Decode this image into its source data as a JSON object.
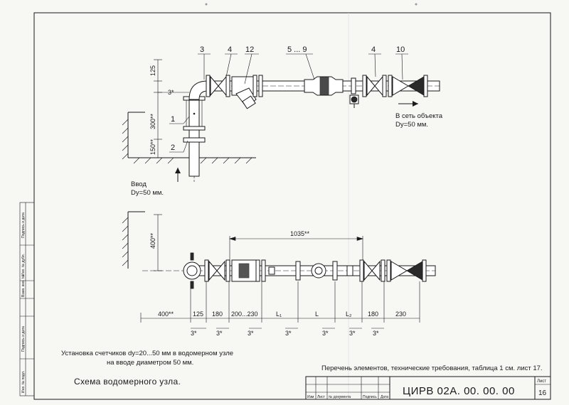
{
  "callouts_top": {
    "c3": "3",
    "c4a": "4",
    "c12": "12",
    "c5_9": "5 ... 9",
    "c4b": "4",
    "c10": "10",
    "c1": "1",
    "c2": "2"
  },
  "dims_top": {
    "d125": "125",
    "d3": "3*",
    "d300": "300**",
    "d150": "150**"
  },
  "inlet": {
    "line1": "Ввод",
    "line2": "Dy=50 мм."
  },
  "outlet": {
    "line1": "В сеть объекта",
    "line2": "Dy=50 мм."
  },
  "dims_bottom": {
    "d400v": "400**",
    "d1035": "1035**",
    "d400h": "400**",
    "d125": "125",
    "d180a": "180",
    "d200_230": "200...230",
    "dL1": "L₁",
    "dL": "L",
    "dL2": "L₂",
    "d180b": "180",
    "d230": "230",
    "s1": "3*",
    "s2": "3*",
    "s3": "3*",
    "s4": "3*",
    "s5": "3*",
    "s6": "3*",
    "s7": "3*"
  },
  "notes": {
    "install1": "Установка счетчиков dy=20...50 мм в водомерном узле",
    "install2": "на вводе диаметром 50 мм.",
    "caption": "Схема водомерного узла.",
    "reference": "Перечень элементов, технические требования, таблица 1 см. лист 17."
  },
  "stamp": {
    "izm": "Изм",
    "list": "Лист",
    "doc": "№ документа",
    "sign": "Подпись",
    "date": "Дата",
    "code": "ЦИРВ 02А. 00. 00. 00",
    "sheet_label": "Лист",
    "sheet_number": "16"
  },
  "side_strip": [
    "Подпись и дата",
    "Инв. № дубл.",
    "Взам. инв. №",
    "Подпись и дата",
    "Инв. № подл."
  ]
}
